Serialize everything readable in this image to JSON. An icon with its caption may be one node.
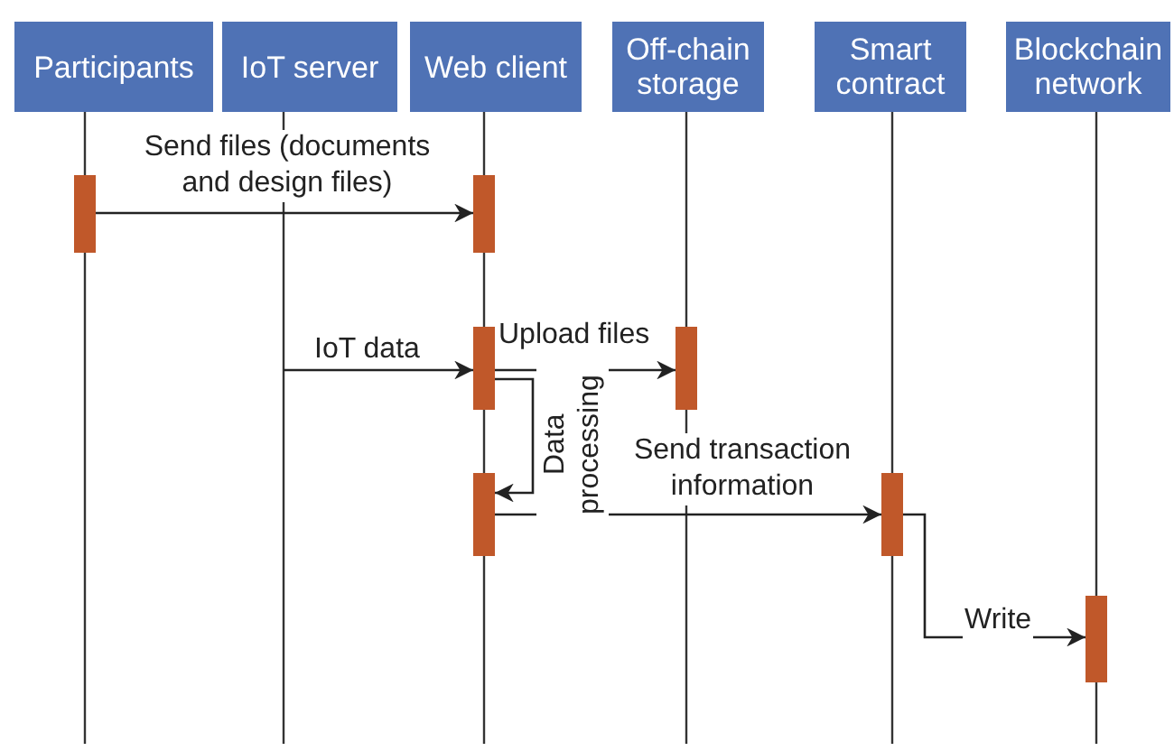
{
  "diagram": {
    "nodes": [
      {
        "text": [
          "Participants"
        ]
      },
      {
        "text": [
          "IoT server"
        ]
      },
      {
        "text": [
          "Web client"
        ]
      },
      {
        "text": [
          "Off-chain storage"
        ]
      },
      {
        "text": [
          "Smart contract"
        ]
      },
      {
        "text": [
          "Blockchain network"
        ]
      },
      {
        "text": [],
        "shape": "bar"
      },
      {
        "text": [],
        "shape": "bar"
      },
      {
        "text": [],
        "shape": "bar"
      },
      {
        "text": [],
        "shape": "bar"
      },
      {
        "text": [],
        "shape": "bar"
      },
      {
        "text": [],
        "shape": "bar"
      },
      {
        "text": [],
        "shape": "bar"
      }
    ],
    "edges": [
      {
        "from": 6,
        "to": 7,
        "arrow": "to",
        "label": "Send files (documents and design files)"
      },
      {
        "from": null,
        "to": 8,
        "arrow": "to",
        "label": "IoT data"
      },
      {
        "from": 8,
        "to": 9,
        "arrow": "to",
        "label": "Upload files"
      },
      {
        "from": 8,
        "to": 10,
        "arrow": "to",
        "label": "Data processing"
      },
      {
        "from": 10,
        "to": 11,
        "arrow": "to",
        "label": "Send transaction information"
      },
      {
        "from": 11,
        "to": 12,
        "arrow": "to",
        "label": "Write"
      }
    ]
  }
}
